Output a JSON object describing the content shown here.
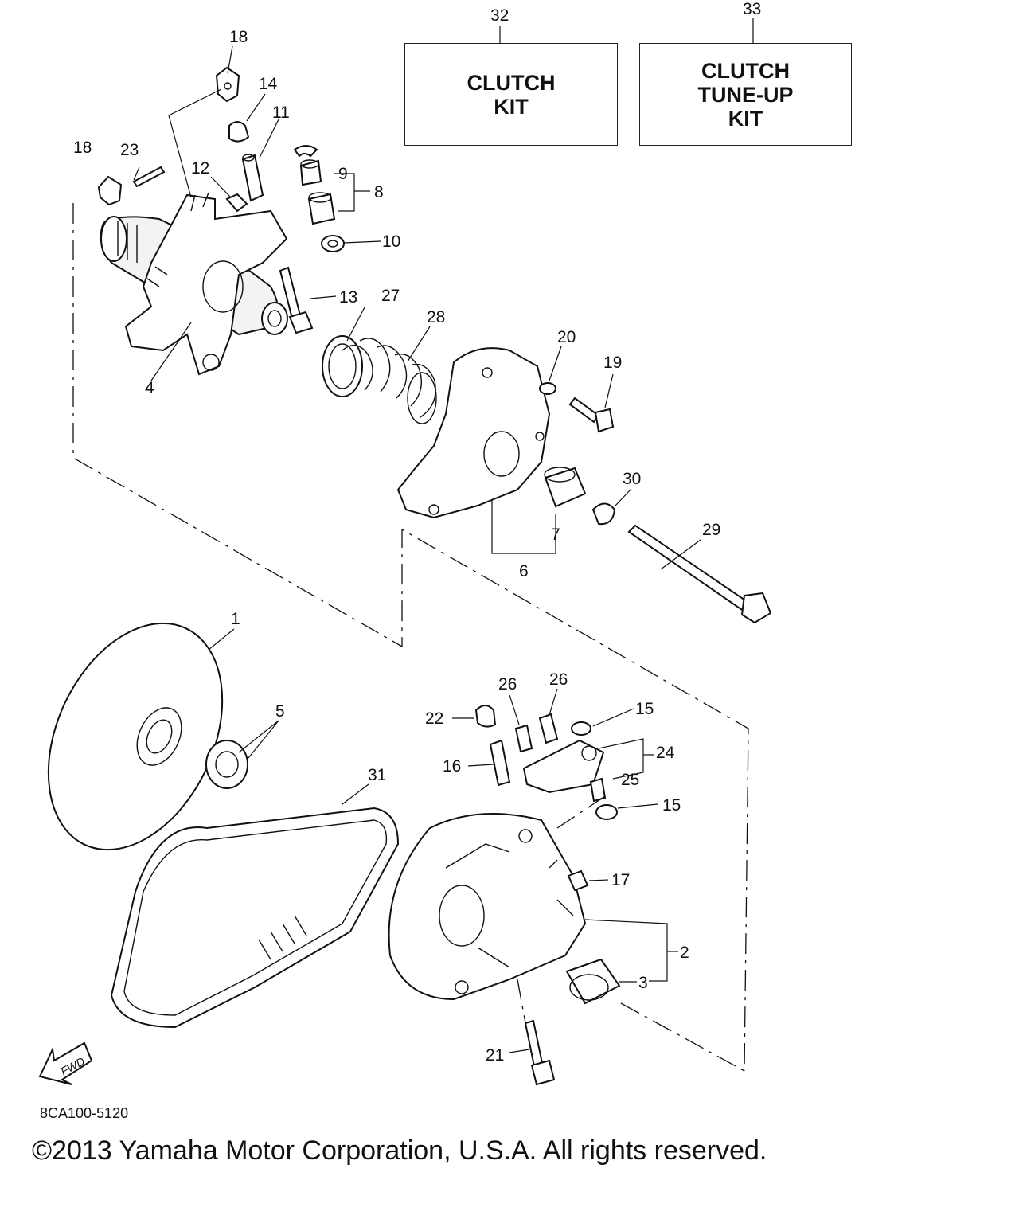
{
  "kits": [
    {
      "number": "32",
      "title": "CLUTCH\nKIT"
    },
    {
      "number": "33",
      "title": "CLUTCH\nTUNE-UP\nKIT"
    }
  ],
  "callouts": [
    "1",
    "2",
    "3",
    "4",
    "5",
    "6",
    "7",
    "8",
    "9",
    "10",
    "11",
    "12",
    "13",
    "14",
    "15",
    "15",
    "16",
    "17",
    "18",
    "18",
    "19",
    "20",
    "21",
    "22",
    "23",
    "24",
    "25",
    "26",
    "26",
    "27",
    "28",
    "29",
    "30",
    "31"
  ],
  "fwd_label": "FWD",
  "diagram_code": "8CA100-5120",
  "copyright": "©2013 Yamaha Motor Corporation, U.S.A. All rights reserved."
}
